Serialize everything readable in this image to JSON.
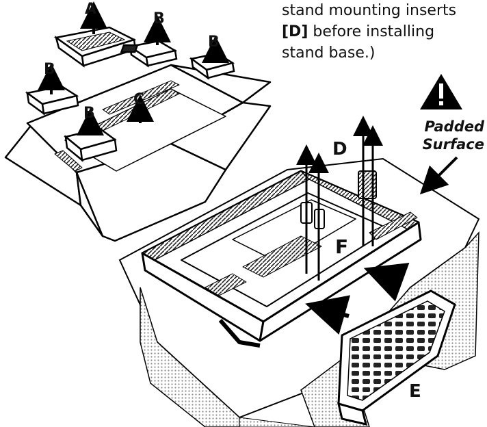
{
  "note": {
    "line1": "stand mounting inserts",
    "line2_bracket": "[D]",
    "line2_rest": " before installing",
    "line3": "stand base.)"
  },
  "surface": {
    "line1": "Padded",
    "line2": "Surface"
  },
  "labels": {
    "a": "A",
    "b": "B",
    "c": "C",
    "d": "D",
    "e": "E",
    "f": "F"
  },
  "icons": {
    "warning": "warning-triangle-icon"
  }
}
